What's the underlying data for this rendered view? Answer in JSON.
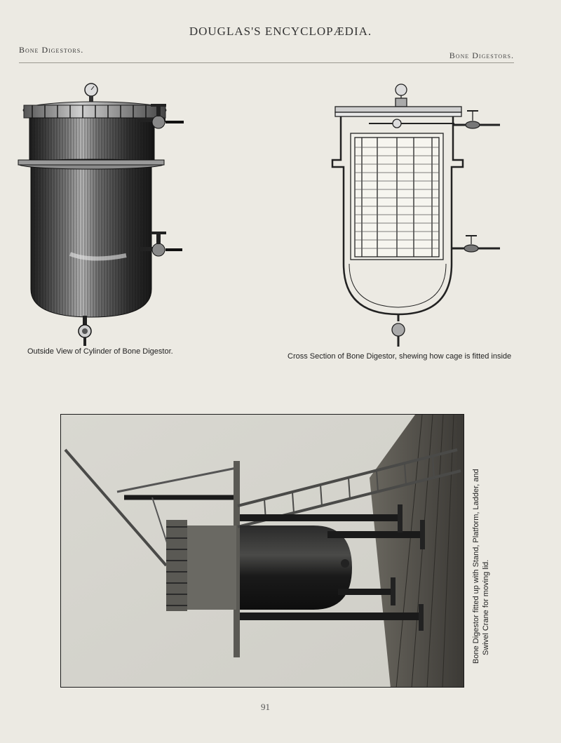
{
  "header": {
    "running_title": "DOUGLAS'S ENCYCLOPÆDIA.",
    "left_heading": "Bone Digestors.",
    "right_heading": "Bone Digestors."
  },
  "figures": {
    "outside_view": {
      "caption": "Outside View of Cylinder of Bone Digestor."
    },
    "cross_section": {
      "caption": "Cross Section of Bone Digestor, shewing how cage is fitted inside"
    },
    "photo": {
      "caption_line1": "Bone Digestor fitted up with Stand, Platform, Ladder, and",
      "caption_line2": "Swivel Crane for moving lid."
    }
  },
  "footer": {
    "page_number": "91"
  },
  "colors": {
    "paper": "#eceae3",
    "ink": "#222222"
  }
}
